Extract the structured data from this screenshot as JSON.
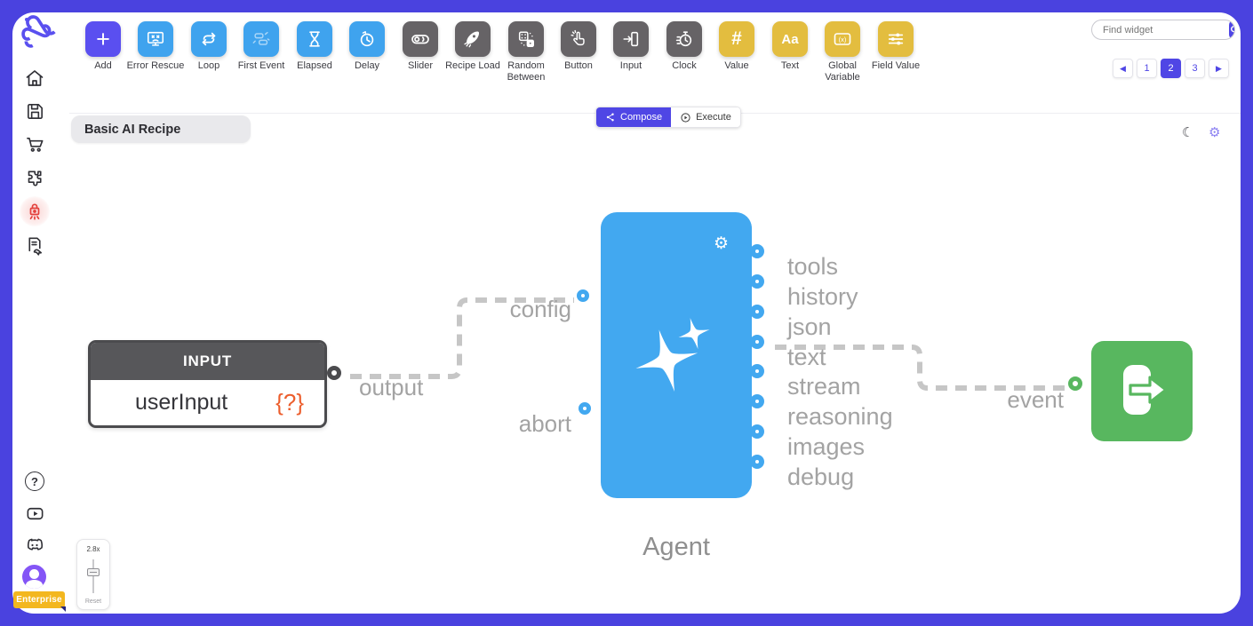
{
  "toolbar": {
    "buttons": [
      {
        "label": "Add"
      },
      {
        "label": "Error Rescue"
      },
      {
        "label": "Loop"
      },
      {
        "label": "First Event"
      },
      {
        "label": "Elapsed"
      },
      {
        "label": "Delay"
      },
      {
        "label": "Slider"
      },
      {
        "label": "Recipe Load"
      },
      {
        "label": "Random Between"
      },
      {
        "label": "Button"
      },
      {
        "label": "Input"
      },
      {
        "label": "Clock"
      },
      {
        "label": "Value"
      },
      {
        "label": "Text"
      },
      {
        "label": "Global Variable"
      },
      {
        "label": "Field Value"
      }
    ]
  },
  "icons": {
    "plus_glyph": "+",
    "hash_glyph": "#",
    "aa_glyph": "Aa",
    "var_glyph": "(x)",
    "moon_glyph": "☾",
    "gear_glyph": "⚙",
    "agent_gear_glyph": "⚙"
  },
  "search": {
    "placeholder": "Find widget"
  },
  "pagination": {
    "prev": "◀",
    "pages": [
      "1",
      "2",
      "3"
    ],
    "active": "2",
    "next": "▶"
  },
  "sidebar": {
    "enterprise_label": "Enterprise"
  },
  "canvas": {
    "tab_title": "Basic AI Recipe",
    "compose_label": "Compose",
    "execute_label": "Execute",
    "zoom_control": {
      "level": "2.8x",
      "reset_label": "Reset"
    },
    "nodes": {
      "input": {
        "title": "INPUT",
        "field": "userInput",
        "type_badge": "{?}",
        "output_port": "output"
      },
      "agent": {
        "caption": "Agent",
        "input_ports": [
          "config",
          "abort"
        ],
        "output_ports": [
          "tools",
          "history",
          "json",
          "text",
          "stream",
          "reasoning",
          "images",
          "debug"
        ]
      },
      "event_output": {
        "input_port": "event"
      }
    }
  },
  "colors": {
    "frame": "#4a42df",
    "accent": "#4f46e5",
    "widget_blue": "#3fa3ee",
    "widget_purple": "#5a4ff0",
    "widget_gray": "#666366",
    "widget_yellow": "#e3bd3f",
    "node_blue": "#42a8f0",
    "node_green": "#58b75f",
    "node_dark": "#57575a",
    "wire_gray": "#c6c6c6",
    "type_orange": "#ec5e2d",
    "enterprise_yellow": "#f3b71f"
  }
}
